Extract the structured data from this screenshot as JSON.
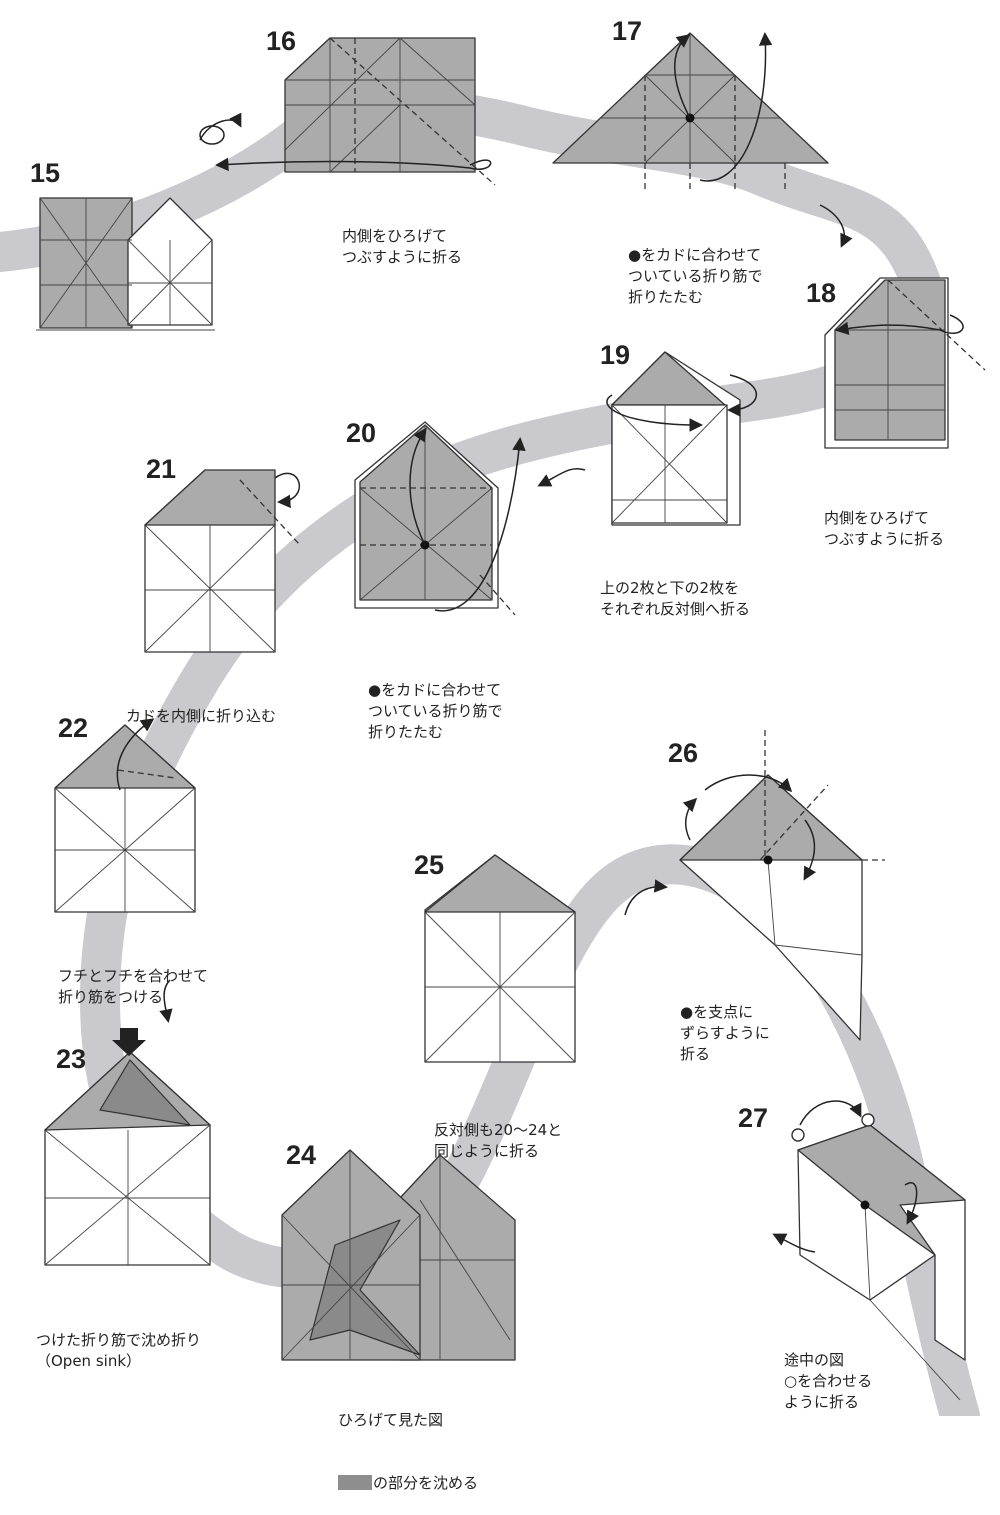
{
  "steps": [
    {
      "id": "15",
      "caption": []
    },
    {
      "id": "16",
      "caption": [
        "内側をひろげて",
        "つぶすように折る"
      ]
    },
    {
      "id": "17",
      "caption": [
        "●をカドに合わせて",
        "ついている折り筋で",
        "折りたたむ"
      ]
    },
    {
      "id": "18",
      "caption": [
        "内側をひろげて",
        "つぶすように折る"
      ]
    },
    {
      "id": "19",
      "caption": [
        "上の2枚と下の2枚を",
        "それぞれ反対側へ折る"
      ]
    },
    {
      "id": "20",
      "caption": [
        "●をカドに合わせて",
        "ついている折り筋で",
        "折りたたむ"
      ]
    },
    {
      "id": "21",
      "caption": [
        "カドを内側に折り込む"
      ]
    },
    {
      "id": "22",
      "caption": [
        "フチとフチを合わせて",
        "折り筋をつける"
      ]
    },
    {
      "id": "23",
      "caption": [
        "つけた折り筋で沈め折り",
        "（Open sink）"
      ]
    },
    {
      "id": "24",
      "caption": [
        "ひろげて見た図"
      ],
      "legend": "の部分を沈める"
    },
    {
      "id": "25",
      "caption": [
        "反対側も20～24と",
        "同じように折る"
      ]
    },
    {
      "id": "26",
      "caption": [
        "●を支点に",
        "ずらすように",
        "折る"
      ]
    },
    {
      "id": "27",
      "caption": [
        "途中の図",
        "○を合わせる",
        "ように折る"
      ]
    }
  ],
  "colors": {
    "path": "#c8c8cc",
    "paper_gray": "#ababab",
    "paper_dark": "#8a8a8a",
    "paper_white": "#ffffff"
  }
}
